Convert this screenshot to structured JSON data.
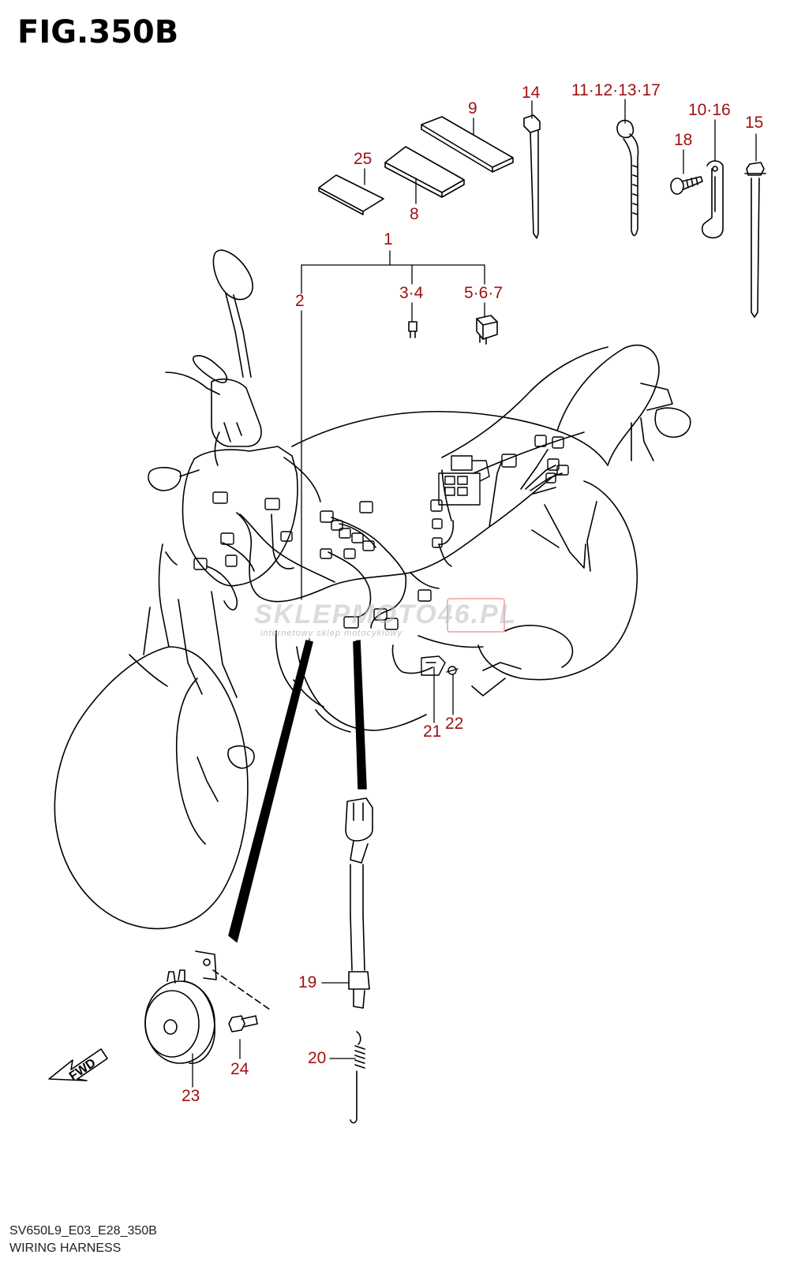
{
  "title": "FIG.350B",
  "footer": {
    "code": "SV650L9_E03_E28_350B",
    "name": "WIRING HARNESS"
  },
  "watermark": {
    "text": "SKLEPMOTO46.PL",
    "subtext": "internetowy sklep motocyklowy"
  },
  "fwd_label": "FWD",
  "accent_color": "#a01010",
  "callouts": {
    "c1": "1",
    "c2": "2",
    "c3_4": "3·4",
    "c5_6_7": "5·6·7",
    "c8": "8",
    "c9": "9",
    "c10_16": "10·16",
    "c11_12_13_17": "11·12·13·17",
    "c14": "14",
    "c15": "15",
    "c18": "18",
    "c19": "19",
    "c20": "20",
    "c21": "21",
    "c22": "22",
    "c23": "23",
    "c24": "24",
    "c25": "25"
  }
}
